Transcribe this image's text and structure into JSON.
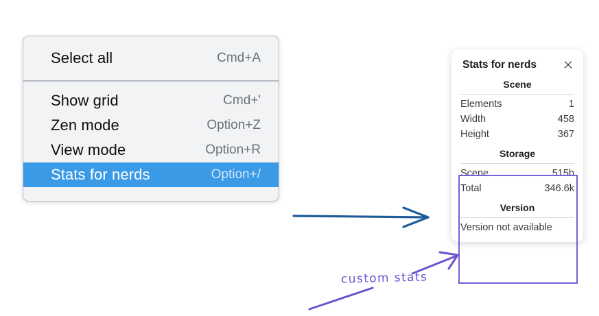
{
  "context_menu": {
    "groups": [
      {
        "items": [
          {
            "label": "Select all",
            "shortcut": "Cmd+A",
            "selected": false
          }
        ]
      },
      {
        "items": [
          {
            "label": "Show grid",
            "shortcut": "Cmd+'",
            "selected": false
          },
          {
            "label": "Zen mode",
            "shortcut": "Option+Z",
            "selected": false
          },
          {
            "label": "View mode",
            "shortcut": "Option+R",
            "selected": false
          },
          {
            "label": "Stats for nerds",
            "shortcut": "Option+/",
            "selected": true
          }
        ]
      }
    ],
    "highlight_color": "#3b9ae6"
  },
  "stats_panel": {
    "title": "Stats for nerds",
    "close_icon": "close-icon",
    "sections": [
      {
        "title": "Scene",
        "rows": [
          {
            "key": "Elements",
            "value": "1"
          },
          {
            "key": "Width",
            "value": "458"
          },
          {
            "key": "Height",
            "value": "367"
          }
        ]
      },
      {
        "title": "Storage",
        "rows": [
          {
            "key": "Scene",
            "value": "515b"
          },
          {
            "key": "Total",
            "value": "346.6k"
          }
        ]
      },
      {
        "title": "Version",
        "rows": [
          {
            "key": "Version not available",
            "value": ""
          }
        ]
      }
    ]
  },
  "annotations": {
    "handwritten_note": "custom stats",
    "note_color": "#6b52cf",
    "highlight_box_color": "#7a5cd6",
    "blue_arrow_color": "#1f5c99"
  }
}
